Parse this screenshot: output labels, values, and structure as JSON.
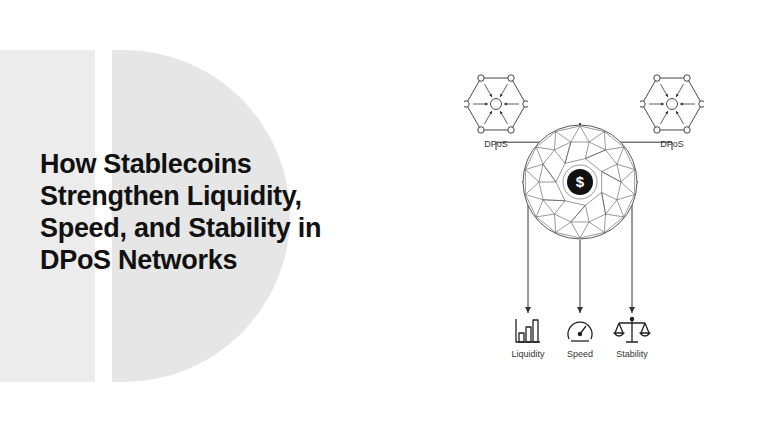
{
  "diagram": {
    "title": "How Stablecoins Strengthen Liquidity, Speed, and Stability in DPoS Networks",
    "nodes": [
      {
        "text": [
          "DPoS"
        ]
      },
      {
        "text": [
          "DPoS"
        ]
      },
      {
        "text": [
          "$"
        ]
      },
      {
        "text": [
          "Liquidity"
        ]
      },
      {
        "text": [
          "Speed"
        ]
      },
      {
        "text": [
          "Stability"
        ]
      }
    ],
    "edges": [
      {
        "from": 0,
        "to": 2,
        "arrow": "to"
      },
      {
        "from": 1,
        "to": 2,
        "arrow": "to"
      },
      {
        "from": 2,
        "to": 3,
        "arrow": "to"
      },
      {
        "from": 2,
        "to": 4,
        "arrow": "to"
      },
      {
        "from": 2,
        "to": 5,
        "arrow": "to"
      }
    ]
  }
}
